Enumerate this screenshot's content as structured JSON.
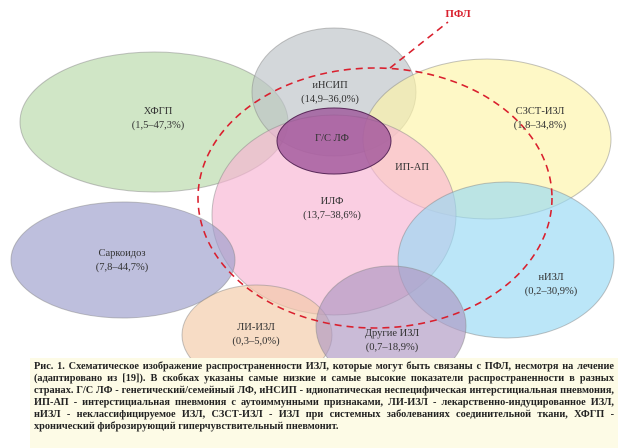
{
  "diagram": {
    "pfl_label": "ПФЛ",
    "circles": [
      {
        "id": "hfgp",
        "name": "ХФГП",
        "range": "(1,5–47,3%)",
        "color": "#b7d9a8"
      },
      {
        "id": "insip",
        "name": "иНСИП",
        "range": "(14,9–36,0%)",
        "color": "#bcc2c6"
      },
      {
        "id": "szst",
        "name": "СЗСТ-ИЗЛ",
        "range": "(1,8–34,8%)",
        "color": "#fdf5a8"
      },
      {
        "id": "ilf",
        "name": "ИЛФ",
        "range": "(13,7–38,6%)",
        "color": "#f7b3d3"
      },
      {
        "id": "sarc",
        "name": "Саркоидоз",
        "range": "(7,8–44,7%)",
        "color": "#9b9ccb"
      },
      {
        "id": "nizl",
        "name": "нИЗЛ",
        "range": "(0,2–30,9%)",
        "color": "#96d9f5"
      },
      {
        "id": "li",
        "name": "ЛИ-ИЗЛ",
        "range": "(0,3–5,0%)",
        "color": "#f3c9a6"
      },
      {
        "id": "other",
        "name": "Другие ИЗЛ",
        "range": "(0,7–18,9%)",
        "color": "#ad97c2"
      },
      {
        "id": "gs",
        "name": "Г/С ЛФ",
        "color": "#9a4d96"
      }
    ],
    "ipap_label": "ИП-АП",
    "pfl_color": "#d9202e"
  },
  "caption": "Рис. 1. Схематическое изображение распространенности ИЗЛ, которые могут быть связаны с ПФЛ, несмотря на лечение (адаптировано из [19]). В скобках указаны самые низкие и самые высокие показатели распространенности в разных странах. Г/С ЛФ - генетический/семейный ЛФ, иНСИП - идиопатическая неспецифическая интерстициальная пневмония, ИП-АП - интерстициальная пневмония с аутоиммунными признаками, ЛИ-ИЗЛ - лекарственно-индуцированное ИЗЛ, нИЗЛ - неклассифицируемое ИЗЛ, СЗСТ-ИЗЛ - ИЗЛ при системных заболеваниях соединительной ткани, ХФГП - хронический фиброзирующий гиперчувствительный пневмонит."
}
